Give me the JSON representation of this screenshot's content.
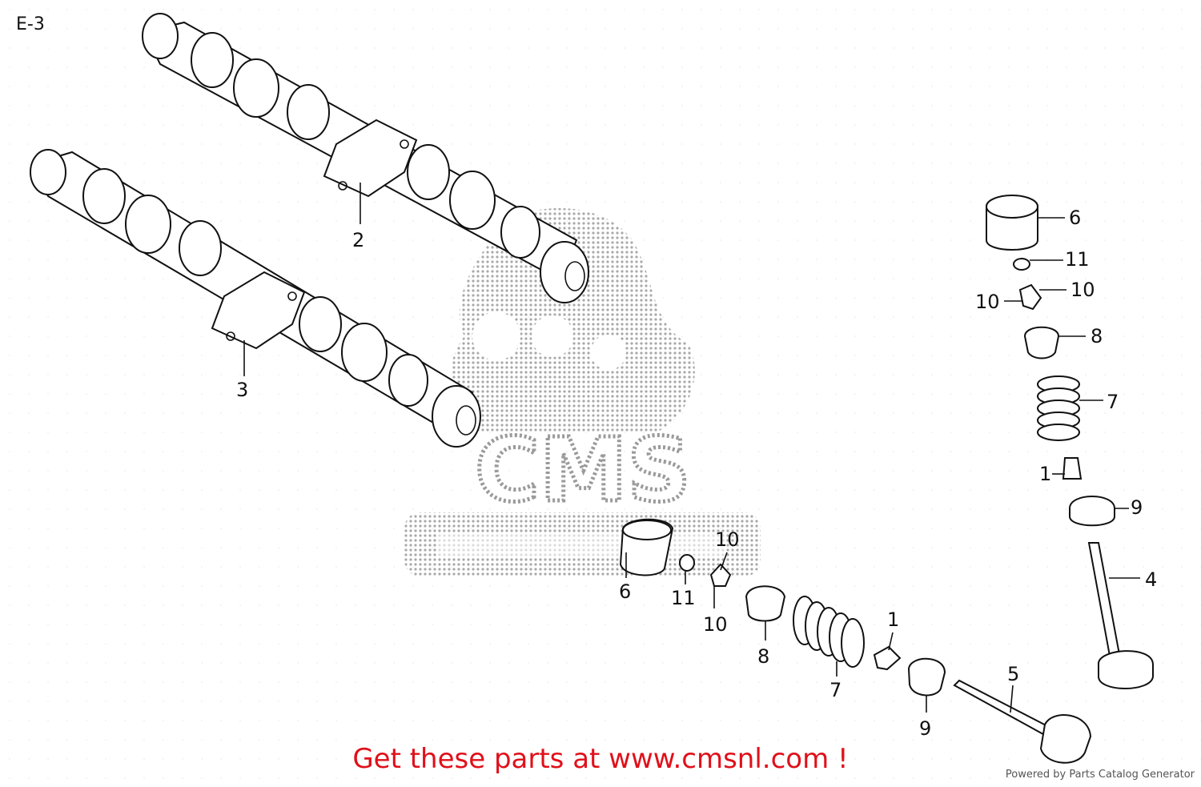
{
  "diagram": {
    "title": "E-3",
    "banner_text": "Get these parts at www.cmsnl.com !",
    "footer_text": "Powered by Parts Catalog Generator",
    "watermark_text": "CMS",
    "callouts": {
      "camshaft_upper": "2",
      "camshaft_lower": "3",
      "lifter_a": "6",
      "shim_a": "11",
      "cotter_a1": "10",
      "cotter_a2": "10",
      "retainer_a": "8",
      "spring_a": "7",
      "seal_a": "1",
      "seat_a": "9",
      "valve_a": "4",
      "lifter_b": "6",
      "shim_b": "11",
      "cotter_b1": "10",
      "cotter_b2": "10",
      "retainer_b": "8",
      "spring_b": "7",
      "seal_b": "1",
      "seat_b": "9",
      "valve_b": "5"
    }
  }
}
